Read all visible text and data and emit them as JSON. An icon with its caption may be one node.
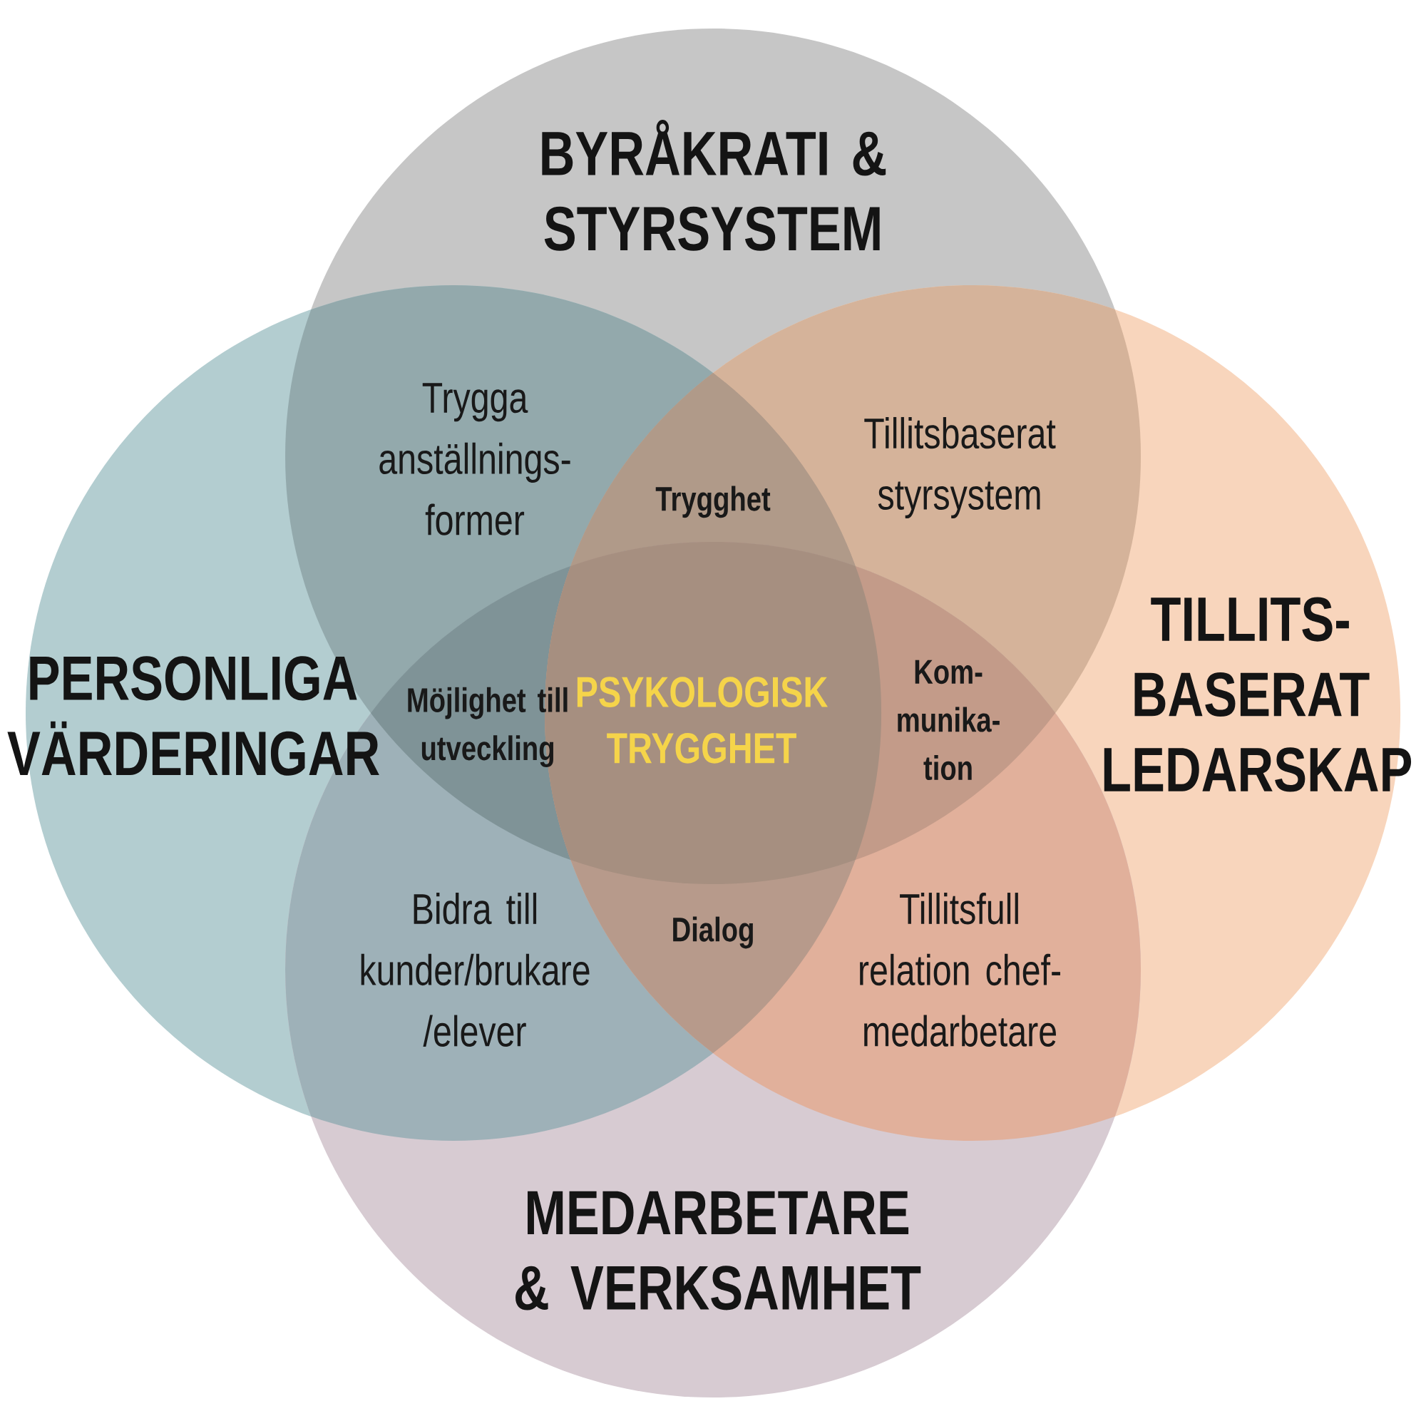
{
  "diagram": {
    "nodes": [
      {
        "text": [
          "BYRÅKRATI & STYRSYSTEM"
        ]
      },
      {
        "text": [
          "PERSONLIGA VÄRDERINGAR"
        ]
      },
      {
        "text": [
          "TILLITS- BASERAT LEDARSKAP"
        ]
      },
      {
        "text": [
          "MEDARBETARE & VERKSAMHET"
        ]
      }
    ],
    "edges": [],
    "labels": [
      "Trygga anställnings- former",
      "Tillitsbaserat styrsystem",
      "Trygghet",
      "Möjlighet till utveckling",
      "PSYKOLOGISK TRYGGHET",
      "Kom- munika- tion",
      "Bidra till kunder/brukare /elever",
      "Dialog",
      "Tillitsfull relation chef- medarbetare"
    ]
  }
}
